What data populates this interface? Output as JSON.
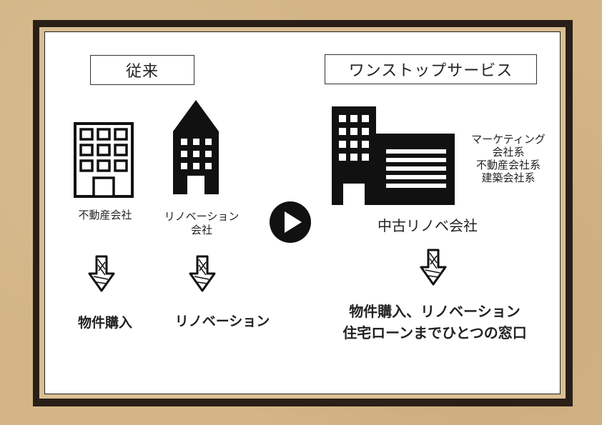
{
  "left": {
    "title": "従来",
    "company_a": "不動産会社",
    "company_b_line1": "リノベーション",
    "company_b_line2": "会社",
    "result_a": "物件購入",
    "result_b": "リノベーション"
  },
  "right": {
    "title": "ワンストップサービス",
    "side_note": [
      "マーケティング",
      "会社系",
      "不動産会社系",
      "建築会社系"
    ],
    "company": "中古リノベ会社",
    "result_line1": "物件購入、リノベーション",
    "result_line2": "住宅ローンまでひとつの窓口"
  },
  "icons": {
    "office": "office-building-icon",
    "tower": "tower-building-icon",
    "large": "large-building-icon",
    "play": "play-arrow-icon",
    "arrow": "down-arrow-icon"
  }
}
